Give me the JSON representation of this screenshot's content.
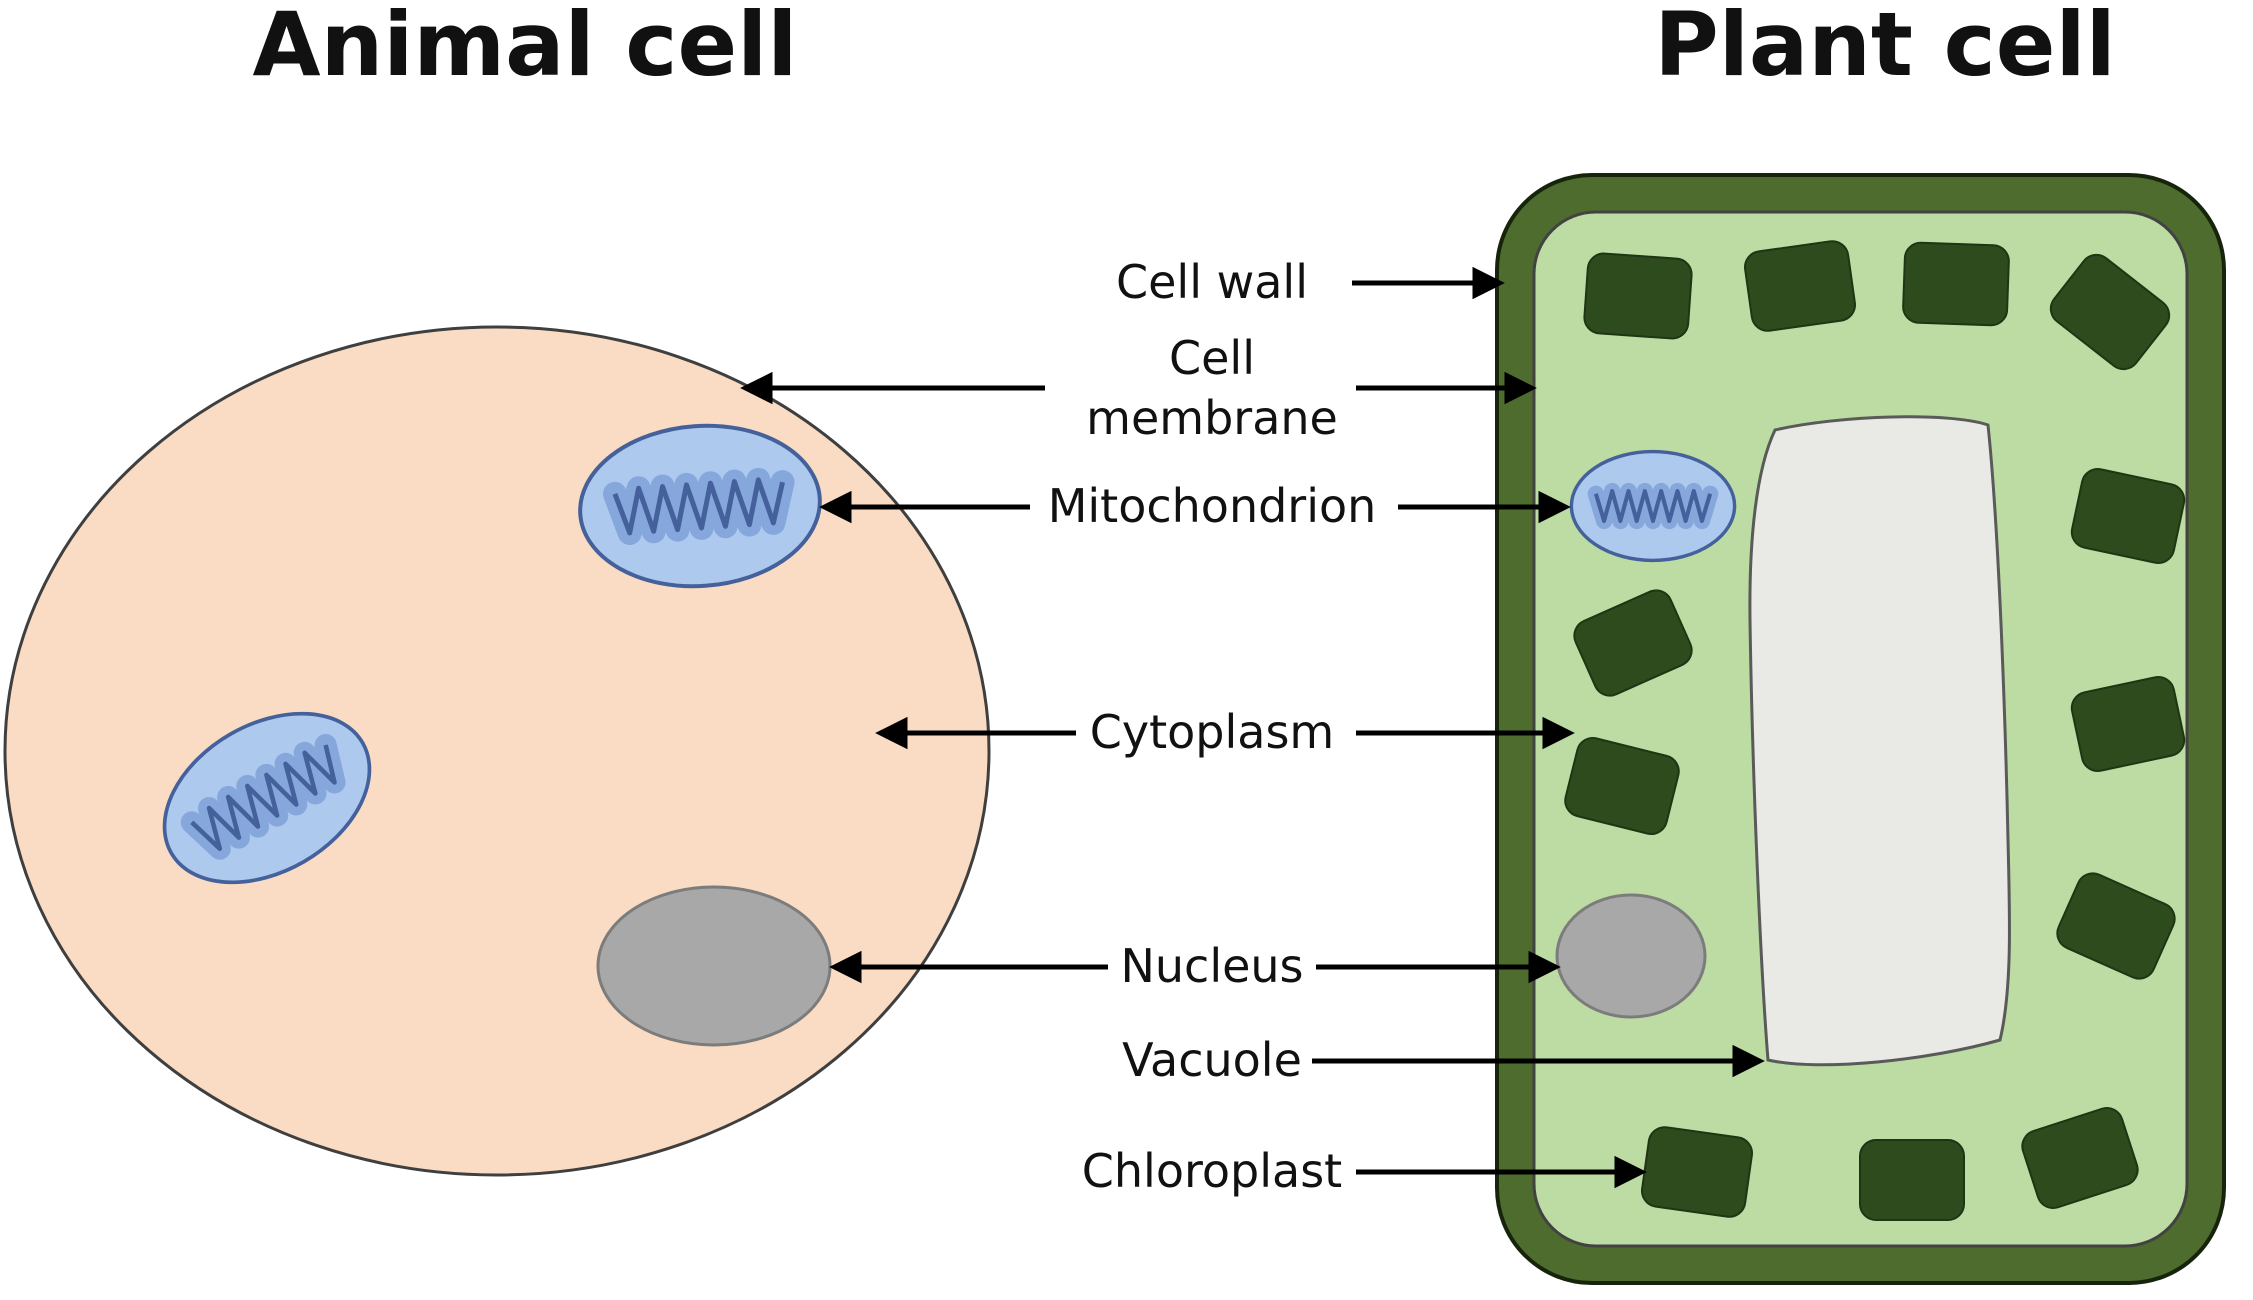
{
  "titles": {
    "animal": "Animal cell",
    "plant": "Plant cell"
  },
  "labels": {
    "cell_wall": "Cell wall",
    "cell_membrane_line1": "Cell",
    "cell_membrane_line2": "membrane",
    "mitochondrion": "Mitochondrion",
    "cytoplasm": "Cytoplasm",
    "nucleus": "Nucleus",
    "vacuole": "Vacuole",
    "chloroplast": "Chloroplast"
  },
  "structure": {
    "animal_cell": {
      "mitochondria": 2,
      "nucleus": 1
    },
    "plant_cell": {
      "chloroplasts": 12,
      "mitochondria": 1,
      "nucleus": 1,
      "vacuole": 1
    },
    "label_targets": {
      "cell_wall": [
        "plant"
      ],
      "cell_membrane": [
        "animal",
        "plant"
      ],
      "mitochondrion": [
        "animal",
        "plant"
      ],
      "cytoplasm": [
        "animal",
        "plant"
      ],
      "nucleus": [
        "animal",
        "plant"
      ],
      "vacuole": [
        "plant"
      ],
      "chloroplast": [
        "plant"
      ]
    }
  },
  "colors": {
    "background": "#ffffff",
    "title_text": "#111111",
    "label_text": "#111111",
    "animal_cytoplasm": "#f9dcc3",
    "cell_outline": "#3f3f3f",
    "plant_wall": "#4d6c2e",
    "plant_cytoplasm": "#bcdca3",
    "chloroplast": "#2e4b1e",
    "mitochondrion_fill": "#adc9ee",
    "mitochondrion_inner": "#86a7dc",
    "mitochondrion_outline": "#44619b",
    "nucleus": "#a8a8a8",
    "vacuole": "#e9e9e6",
    "arrow": "#000000"
  }
}
